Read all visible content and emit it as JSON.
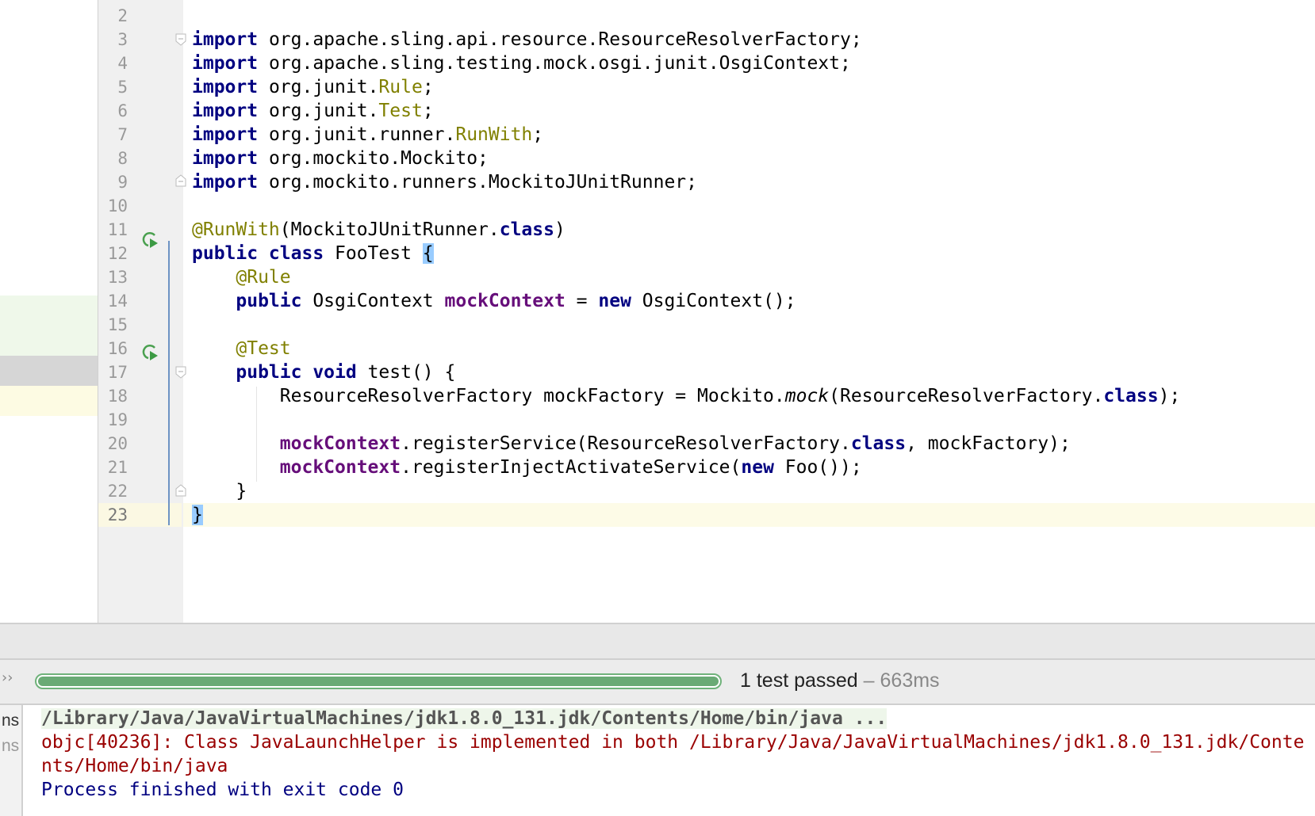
{
  "editor": {
    "lines": [
      {
        "n": "2",
        "tokens": []
      },
      {
        "n": "3",
        "tokens": [
          [
            "import",
            "kw"
          ],
          [
            " org.apache.sling.api.resource.ResourceResolverFactory;",
            ""
          ]
        ]
      },
      {
        "n": "4",
        "tokens": [
          [
            "import",
            "kw"
          ],
          [
            " org.apache.sling.testing.mock.osgi.junit.OsgiContext;",
            ""
          ]
        ]
      },
      {
        "n": "5",
        "tokens": [
          [
            "import",
            "kw"
          ],
          [
            " org.junit.",
            ""
          ],
          [
            "Rule",
            "cls"
          ],
          [
            ";",
            ""
          ]
        ]
      },
      {
        "n": "6",
        "tokens": [
          [
            "import",
            "kw"
          ],
          [
            " org.junit.",
            ""
          ],
          [
            "Test",
            "cls"
          ],
          [
            ";",
            ""
          ]
        ]
      },
      {
        "n": "7",
        "tokens": [
          [
            "import",
            "kw"
          ],
          [
            " org.junit.runner.",
            ""
          ],
          [
            "RunWith",
            "cls"
          ],
          [
            ";",
            ""
          ]
        ]
      },
      {
        "n": "8",
        "tokens": [
          [
            "import",
            "kw"
          ],
          [
            " org.mockito.Mockito;",
            ""
          ]
        ]
      },
      {
        "n": "9",
        "tokens": [
          [
            "import",
            "kw"
          ],
          [
            " org.mockito.runners.MockitoJUnitRunner;",
            ""
          ]
        ]
      },
      {
        "n": "10",
        "tokens": []
      },
      {
        "n": "11",
        "tokens": [
          [
            "@RunWith",
            "ann"
          ],
          [
            "(MockitoJUnitRunner.",
            ""
          ],
          [
            "class",
            "kw"
          ],
          [
            ")",
            ""
          ]
        ]
      },
      {
        "n": "12",
        "tokens": [
          [
            "public class",
            "kw"
          ],
          [
            " FooTest ",
            ""
          ],
          [
            "{",
            "brace"
          ]
        ]
      },
      {
        "n": "13",
        "tokens": [
          [
            "    ",
            ""
          ],
          [
            "@Rule",
            "ann"
          ]
        ]
      },
      {
        "n": "14",
        "tokens": [
          [
            "    ",
            ""
          ],
          [
            "public",
            "kw"
          ],
          [
            " OsgiContext ",
            ""
          ],
          [
            "mockContext",
            "fld"
          ],
          [
            " = ",
            ""
          ],
          [
            "new",
            "kw"
          ],
          [
            " OsgiContext();",
            ""
          ]
        ]
      },
      {
        "n": "15",
        "tokens": []
      },
      {
        "n": "16",
        "tokens": [
          [
            "    ",
            ""
          ],
          [
            "@Test",
            "ann"
          ]
        ]
      },
      {
        "n": "17",
        "tokens": [
          [
            "    ",
            ""
          ],
          [
            "public void",
            "kw"
          ],
          [
            " test() {",
            ""
          ]
        ]
      },
      {
        "n": "18",
        "tokens": [
          [
            "        ResourceResolverFactory mockFactory = Mockito.",
            ""
          ],
          [
            "mock",
            "it"
          ],
          [
            "(ResourceResolverFactory.",
            ""
          ],
          [
            "class",
            "kw"
          ],
          [
            ");",
            ""
          ]
        ]
      },
      {
        "n": "19",
        "tokens": []
      },
      {
        "n": "20",
        "tokens": [
          [
            "        ",
            ""
          ],
          [
            "mockContext",
            "fld"
          ],
          [
            ".registerService(ResourceResolverFactory.",
            ""
          ],
          [
            "class",
            "kw"
          ],
          [
            ", mockFactory);",
            ""
          ]
        ]
      },
      {
        "n": "21",
        "tokens": [
          [
            "        ",
            ""
          ],
          [
            "mockContext",
            "fld"
          ],
          [
            ".registerInjectActivateService(",
            ""
          ],
          [
            "new",
            "kw"
          ],
          [
            " Foo());",
            ""
          ]
        ]
      },
      {
        "n": "22",
        "tokens": [
          [
            "    }",
            ""
          ]
        ]
      },
      {
        "n": "23",
        "tokens": [
          [
            "}",
            "brace"
          ]
        ]
      }
    ]
  },
  "test_bar": {
    "progress_percent": 100,
    "status": "1 test passed",
    "separator": " – ",
    "time": "663ms",
    "expand_icon": "chevron-double-right-icon"
  },
  "console": {
    "side_labels": [
      "ns",
      "ns"
    ],
    "command": "/Library/Java/JavaVirtualMachines/jdk1.8.0_131.jdk/Contents/Home/bin/java ...",
    "error": "objc[40236]: Class JavaLaunchHelper is implemented in both /Library/Java/JavaVirtualMachines/jdk1.8.0_131.jdk/Contents/Home/bin/java",
    "exit": "Process finished with exit code 0"
  },
  "colors": {
    "keyword": "#000080",
    "annotation": "#808000",
    "field": "#660E7A",
    "progress": "#6aaa75",
    "error": "#9a0000"
  }
}
